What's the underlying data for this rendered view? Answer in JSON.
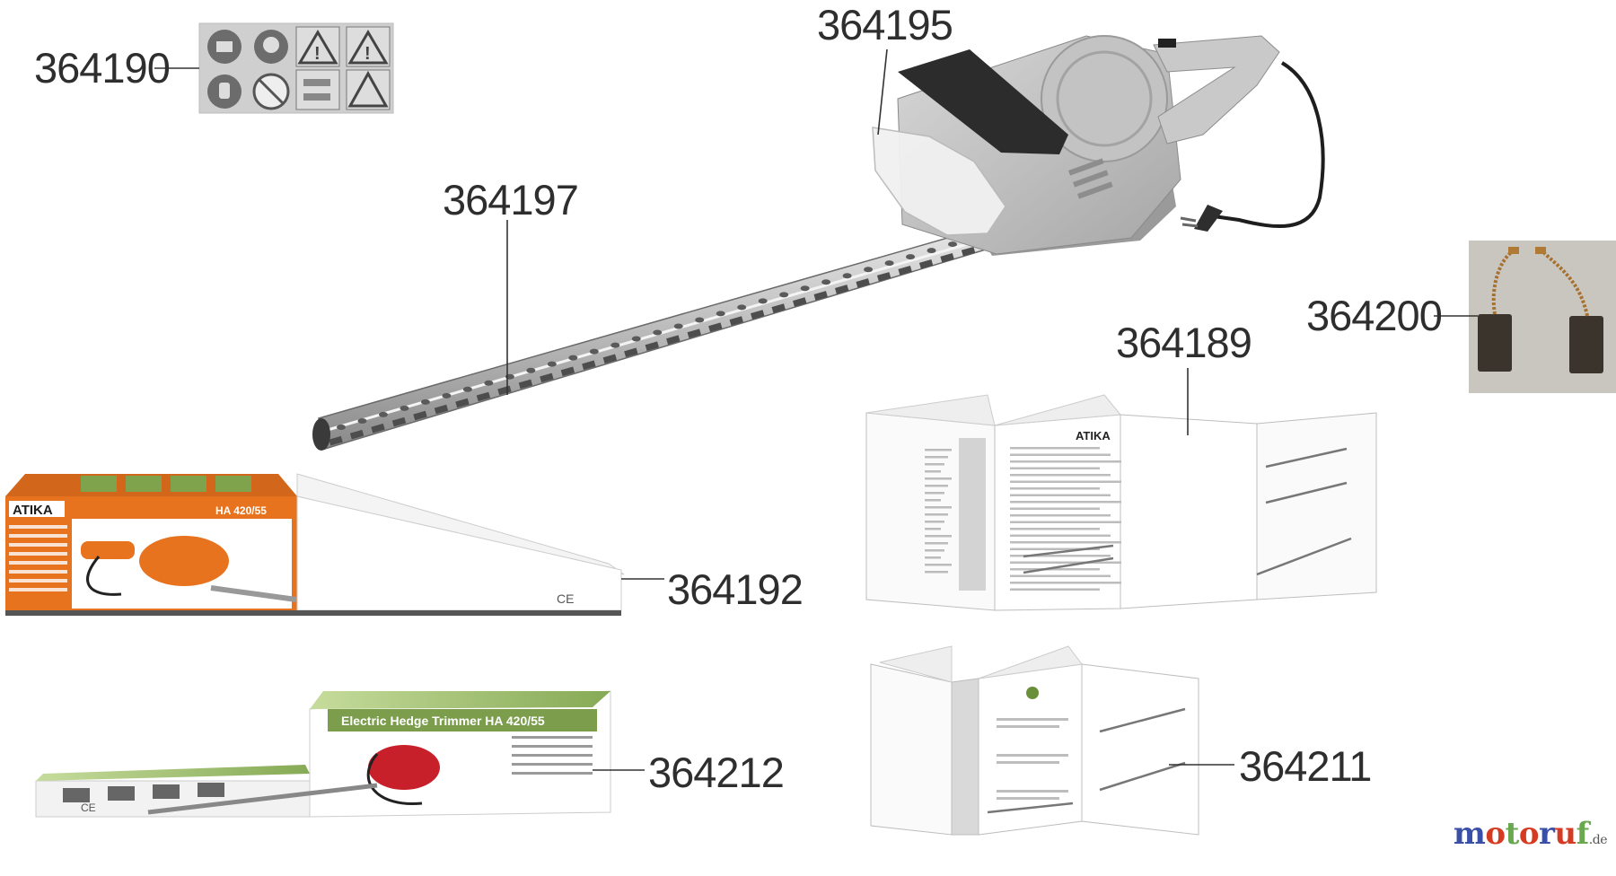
{
  "callouts": {
    "safety_decal": "364190",
    "blade_guard": "364195",
    "cutter_bar": "364197",
    "carbon_brushes": "364200",
    "manual_atika": "364189",
    "box_atika": "364192",
    "box_gardenmaster": "364212",
    "manual_gardenmaster": "364211"
  },
  "box_atika": {
    "brand": "ATIKA",
    "model": "HA 420/55",
    "ce": "CE"
  },
  "box_gardenmaster": {
    "title": "Electric Hedge Trimmer HA 420/55",
    "ce": "CE"
  },
  "manual_atika": {
    "brand": "ATIKA"
  },
  "watermark": {
    "name": "motoruf",
    "suffix": ".de"
  },
  "colors": {
    "callout_text": "#2e2e2e",
    "trimmer_body": "#b9b9b9",
    "atika_orange": "#e8731e",
    "gardenmaster_green": "#9fbf6a",
    "gardenmaster_red": "#c8202a",
    "brand_blue": "#3a4fa6",
    "brand_red": "#d53b22",
    "brand_green": "#6aa84f"
  }
}
